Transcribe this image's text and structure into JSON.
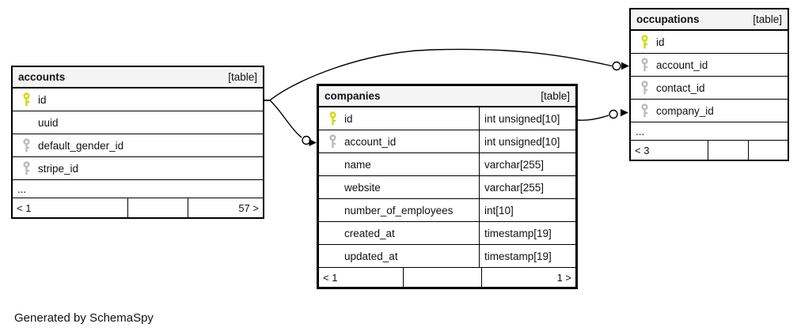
{
  "diagram": {
    "caption": "Generated by SchemaSpy",
    "colors": {
      "primary_key": "#d6d60a",
      "foreign_key": "#bbbbbb",
      "header_bg": "#f4f4f4",
      "border": "#000000",
      "line": "#000000"
    },
    "tables": [
      {
        "id": "accounts",
        "name": "accounts",
        "badge": "[table]",
        "columns": [
          {
            "name": "id",
            "key": "primary"
          },
          {
            "name": "uuid",
            "key": null
          },
          {
            "name": "default_gender_id",
            "key": "foreign"
          },
          {
            "name": "stripe_id",
            "key": "foreign"
          },
          {
            "name": "...",
            "ellipsis": true
          }
        ],
        "footer": {
          "left": "< 1",
          "middle": "",
          "right": "57 >"
        }
      },
      {
        "id": "companies",
        "name": "companies",
        "badge": "[table]",
        "columns": [
          {
            "name": "id",
            "type": "int unsigned[10]",
            "key": "primary"
          },
          {
            "name": "account_id",
            "type": "int unsigned[10]",
            "key": "foreign"
          },
          {
            "name": "name",
            "type": "varchar[255]",
            "key": null
          },
          {
            "name": "website",
            "type": "varchar[255]",
            "key": null
          },
          {
            "name": "number_of_employees",
            "type": "int[10]",
            "key": null
          },
          {
            "name": "created_at",
            "type": "timestamp[19]",
            "key": null
          },
          {
            "name": "updated_at",
            "type": "timestamp[19]",
            "key": null
          }
        ],
        "footer": {
          "left": "< 1",
          "middle": "",
          "right": "1 >"
        }
      },
      {
        "id": "occupations",
        "name": "occupations",
        "badge": "[table]",
        "columns": [
          {
            "name": "id",
            "key": "primary"
          },
          {
            "name": "account_id",
            "key": "foreign"
          },
          {
            "name": "contact_id",
            "key": "foreign"
          },
          {
            "name": "company_id",
            "key": "foreign"
          },
          {
            "name": "...",
            "ellipsis": true
          }
        ],
        "footer": {
          "left": "< 3",
          "middle": "",
          "right": ""
        }
      }
    ],
    "relationships": [
      {
        "from": "accounts.id",
        "to": "occupations.account_id"
      },
      {
        "from": "accounts.id",
        "to": "companies.account_id"
      },
      {
        "from": "companies.id",
        "to": "occupations.company_id"
      }
    ]
  }
}
